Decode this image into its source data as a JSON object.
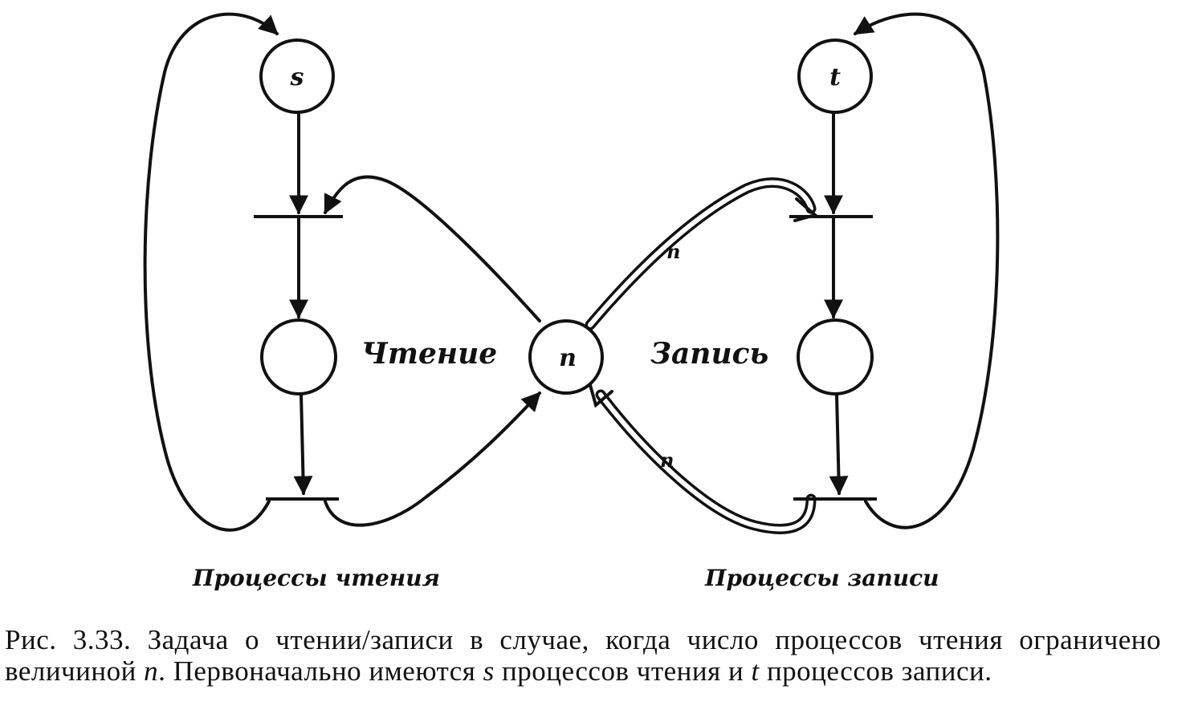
{
  "places": {
    "s": "s",
    "t": "t",
    "n": "n"
  },
  "regions": {
    "read": "Чтение",
    "write": "Запись"
  },
  "arc_weights": {
    "upper": "n",
    "lower": "n"
  },
  "groups": {
    "readers": "Процессы чтения",
    "writers": "Процессы записи"
  },
  "caption": {
    "part1": "Рис. 3.33. Задача о чтении/записи в случае, когда число процессов чтения ограничено величиной ",
    "var_n": "n",
    "part2": ". Первоначально имеются ",
    "var_s": "s",
    "part3": " процессов чтения и ",
    "var_t": "t",
    "part4": " процессов записи."
  }
}
